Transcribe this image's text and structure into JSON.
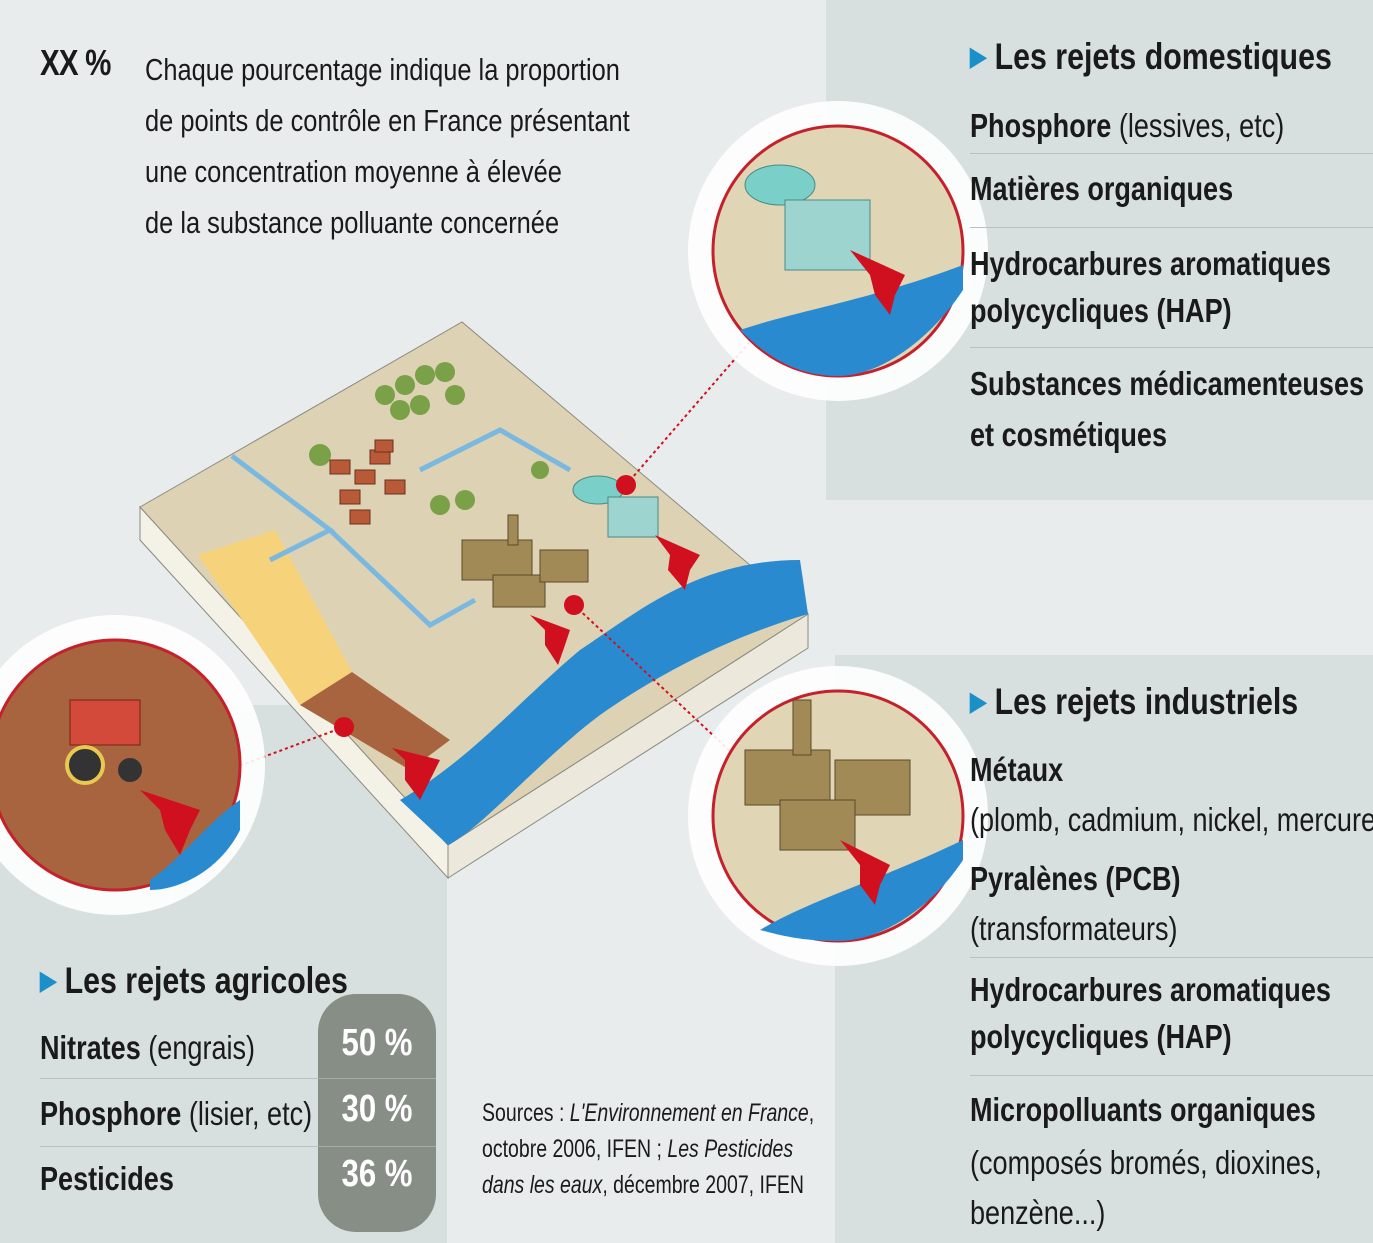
{
  "legend": {
    "marker": "XX %",
    "text": "Chaque pourcentage indique la proportion\nde points de contrôle en France présentant\nune concentration moyenne à élevée\nde la substance polluante concernée"
  },
  "domestic": {
    "title": "Les rejets domestiques",
    "items": [
      {
        "bold": "Phosphore",
        "normal": " (lessives, etc)"
      },
      {
        "bold": "Matières organiques",
        "normal": ""
      },
      {
        "bold": "Hydrocarbures aromatiques",
        "normal": ""
      },
      {
        "bold": "polycycliques (HAP)",
        "normal": ""
      },
      {
        "bold": "Substances médicamenteuses",
        "normal": ""
      },
      {
        "bold": "et cosmétiques",
        "normal": ""
      }
    ]
  },
  "industrial": {
    "title": "Les rejets industriels",
    "items": [
      {
        "bold": "Métaux",
        "normal": ""
      },
      {
        "bold": "",
        "normal": "(plomb, cadmium, nickel, mercure)"
      },
      {
        "bold": "Pyralènes (PCB)",
        "normal": ""
      },
      {
        "bold": "",
        "normal": "(transformateurs)"
      },
      {
        "bold": "Hydrocarbures aromatiques",
        "normal": ""
      },
      {
        "bold": "polycycliques (HAP)",
        "normal": ""
      },
      {
        "bold": "Micropolluants organiques",
        "normal": ""
      },
      {
        "bold": "",
        "normal": "(composés bromés, dioxines,"
      },
      {
        "bold": "",
        "normal": "benzène...)"
      }
    ]
  },
  "agricultural": {
    "title": "Les rejets agricoles",
    "items": [
      {
        "bold": "Nitrates",
        "normal": " (engrais)",
        "pct": "50 %"
      },
      {
        "bold": "Phosphore",
        "normal": " (lisier, etc)",
        "pct": "30 %"
      },
      {
        "bold": "Pesticides",
        "normal": "",
        "pct": "36 %"
      }
    ]
  },
  "sources": {
    "line1_prefix": "Sources : ",
    "line1_italic": "L'Environnement en France",
    "line1_suffix": ",",
    "line2_prefix": "octobre 2006, IFEN ; ",
    "line2_italic": "Les Pesticides",
    "line3_italic": "dans les eaux",
    "line3_suffix": ", décembre 2007, IFEN"
  },
  "colors": {
    "accent_blue": "#1a8fc8",
    "marker_red": "#d0101e",
    "pct_box": "#878e86",
    "water": "#2a8ad0"
  }
}
